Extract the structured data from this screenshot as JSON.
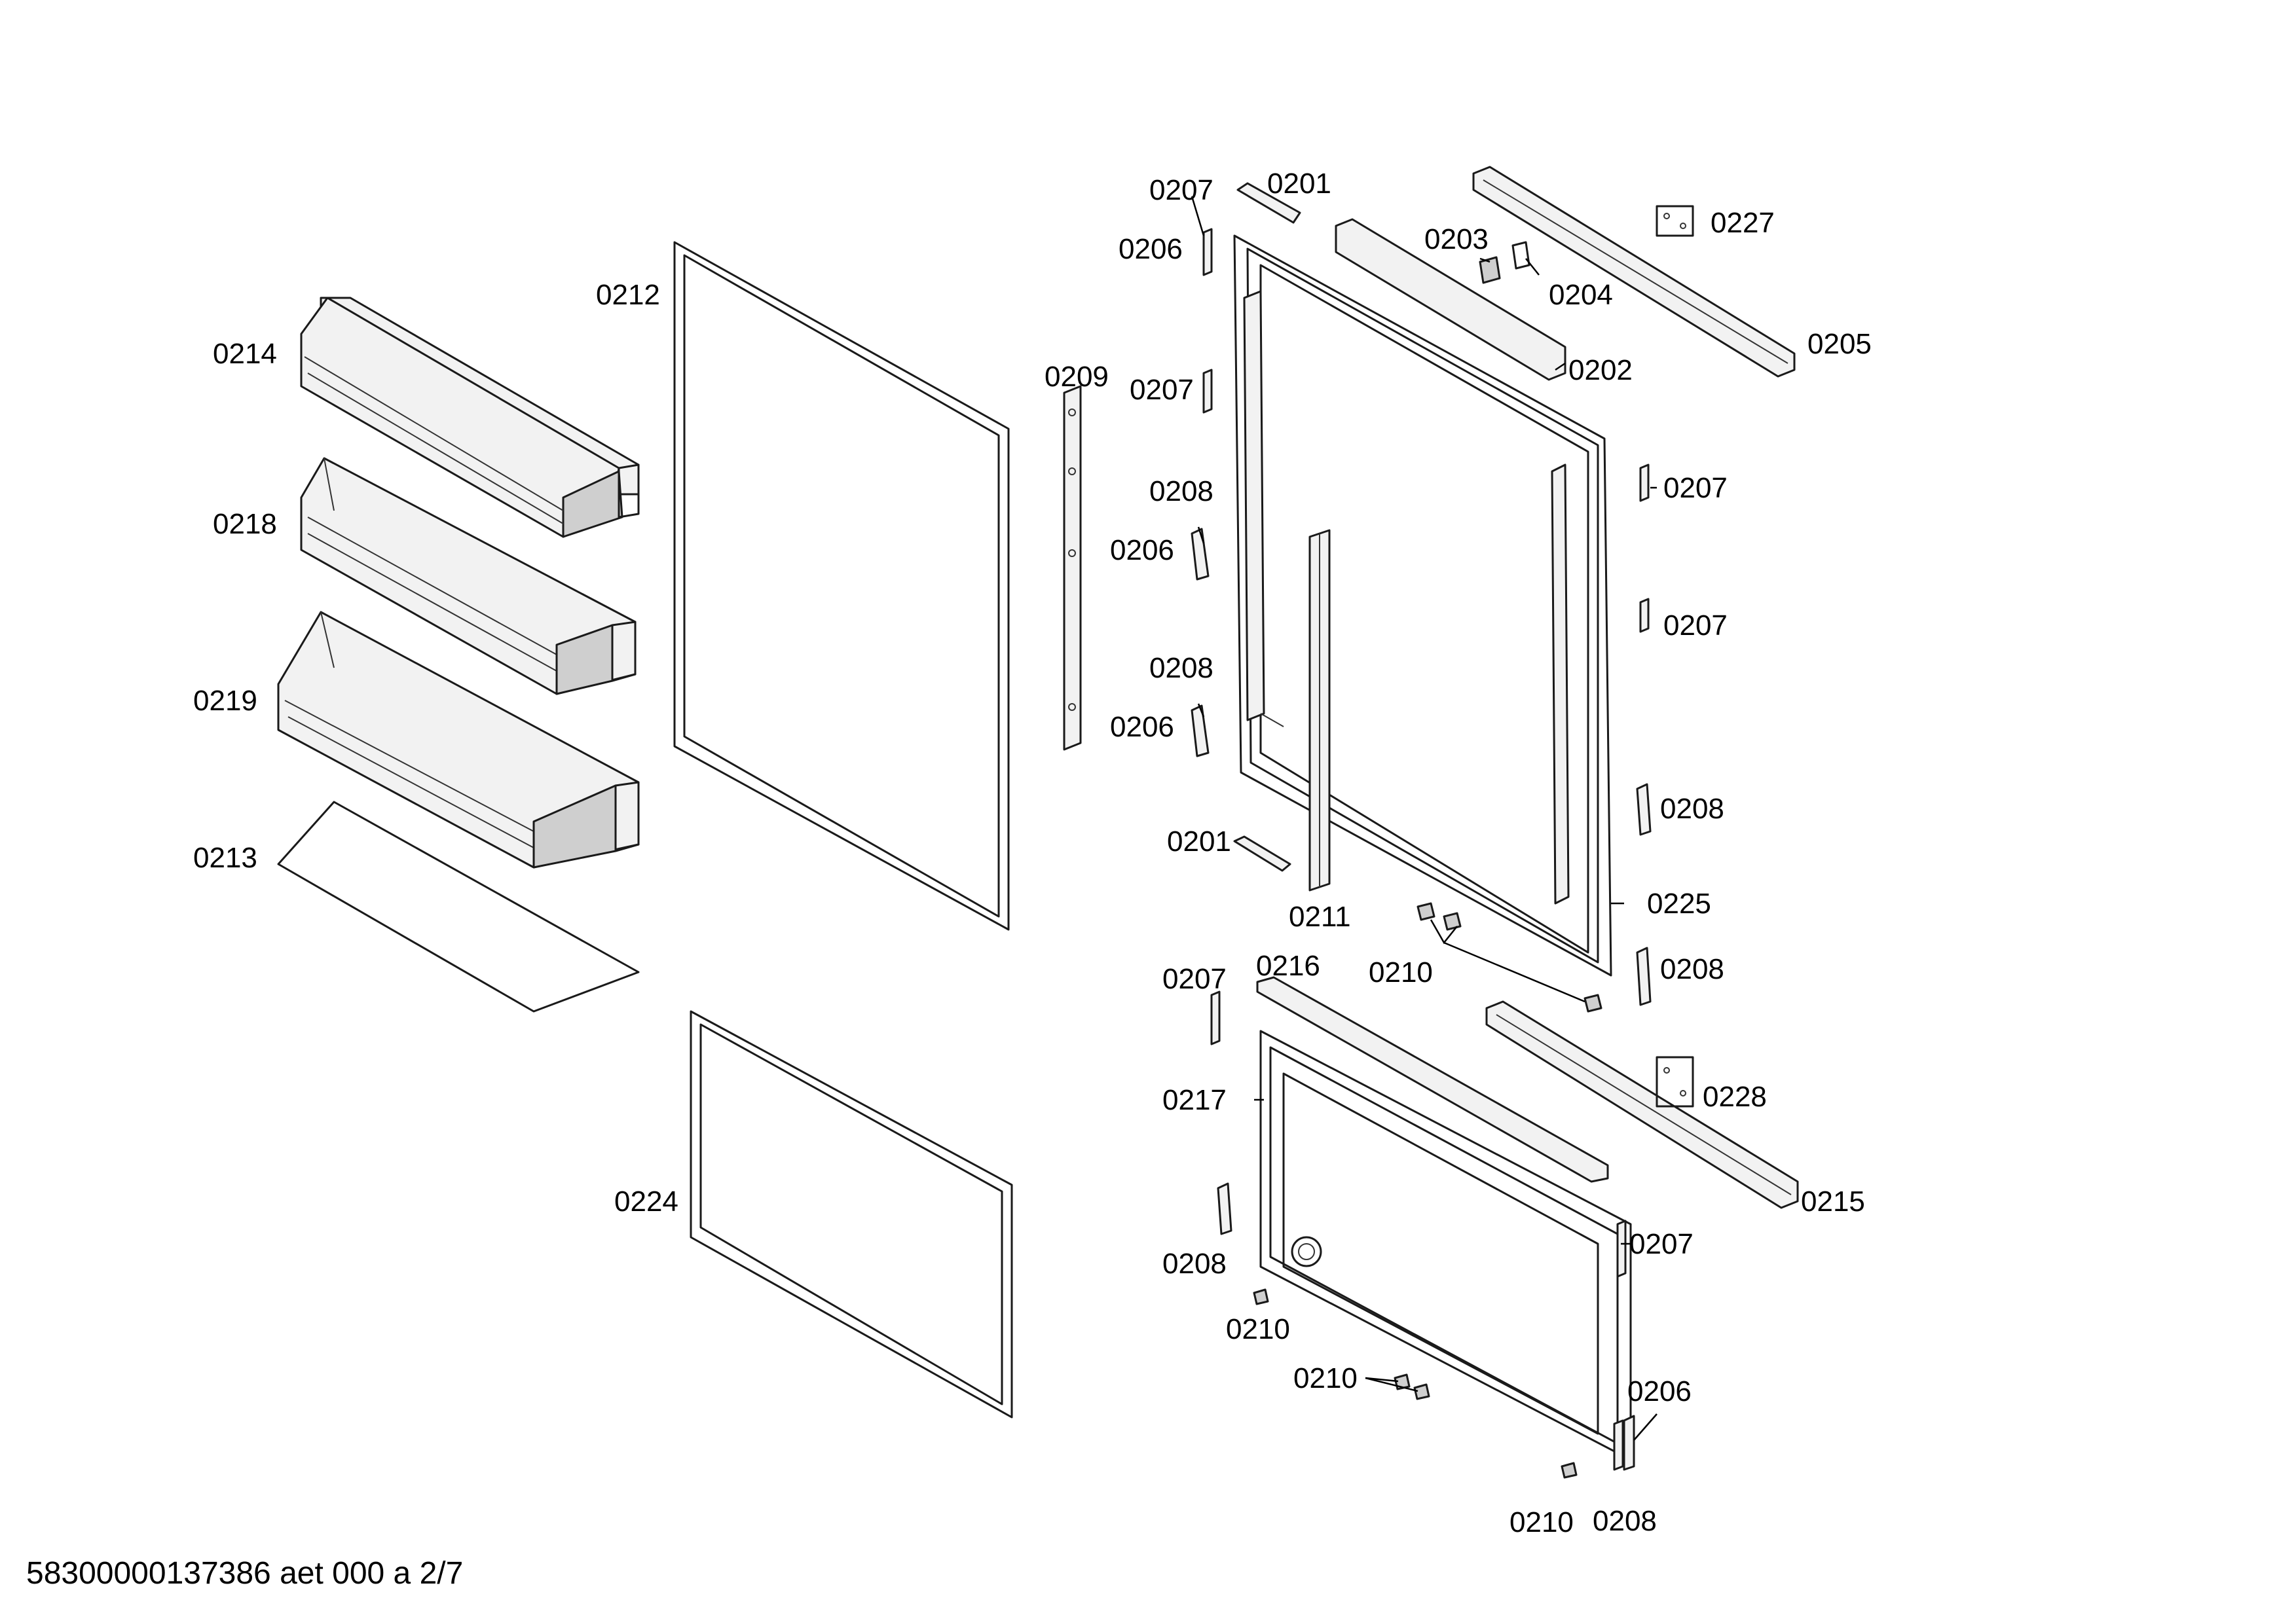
{
  "labels": {
    "l0201a": "0201",
    "l0201b": "0201",
    "l0202": "0202",
    "l0203": "0203",
    "l0204": "0204",
    "l0205": "0205",
    "l0206a": "0206",
    "l0206b": "0206",
    "l0206c": "0206",
    "l0206d": "0206",
    "l0207a": "0207",
    "l0207b": "0207",
    "l0207c": "0207",
    "l0207d": "0207",
    "l0207e": "0207",
    "l0207f": "0207",
    "l0208a": "0208",
    "l0208b": "0208",
    "l0208c": "0208",
    "l0208d": "0208",
    "l0208e": "0208",
    "l0208f": "0208",
    "l0209": "0209",
    "l0210a": "0210",
    "l0210b": "0210",
    "l0210c": "0210",
    "l0210d": "0210",
    "l0211": "0211",
    "l0212": "0212",
    "l0213": "0213",
    "l0214": "0214",
    "l0215": "0215",
    "l0216": "0216",
    "l0217": "0217",
    "l0218": "0218",
    "l0219": "0219",
    "l0224": "0224",
    "l0225": "0225",
    "l0227": "0227",
    "l0228": "0228"
  },
  "footer": {
    "document_id": "58300000137386 aet 000 a 2/7"
  }
}
